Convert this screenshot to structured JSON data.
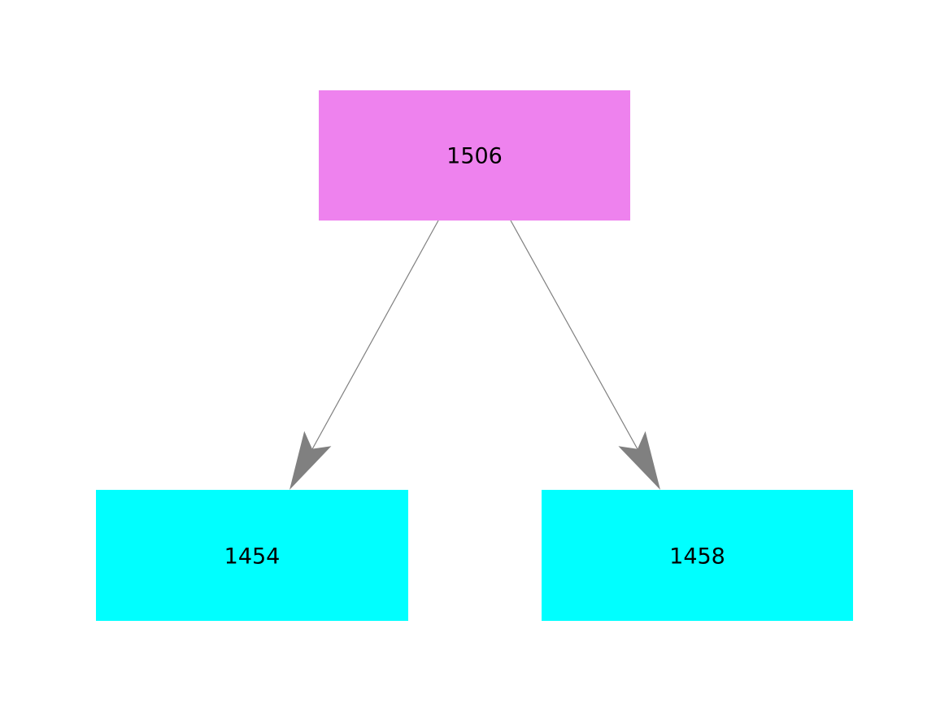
{
  "diagram": {
    "type": "tree",
    "background_color": "#ffffff",
    "edge_color": "#808080",
    "text_color": "#000000",
    "nodes": [
      {
        "id": "root",
        "label": "1506",
        "color": "#ee82ee"
      },
      {
        "id": "left-child",
        "label": "1454",
        "color": "#00ffff"
      },
      {
        "id": "right-child",
        "label": "1458",
        "color": "#00ffff"
      }
    ],
    "edges": [
      {
        "from": "1506",
        "to": "1454"
      },
      {
        "from": "1506",
        "to": "1458"
      }
    ]
  }
}
